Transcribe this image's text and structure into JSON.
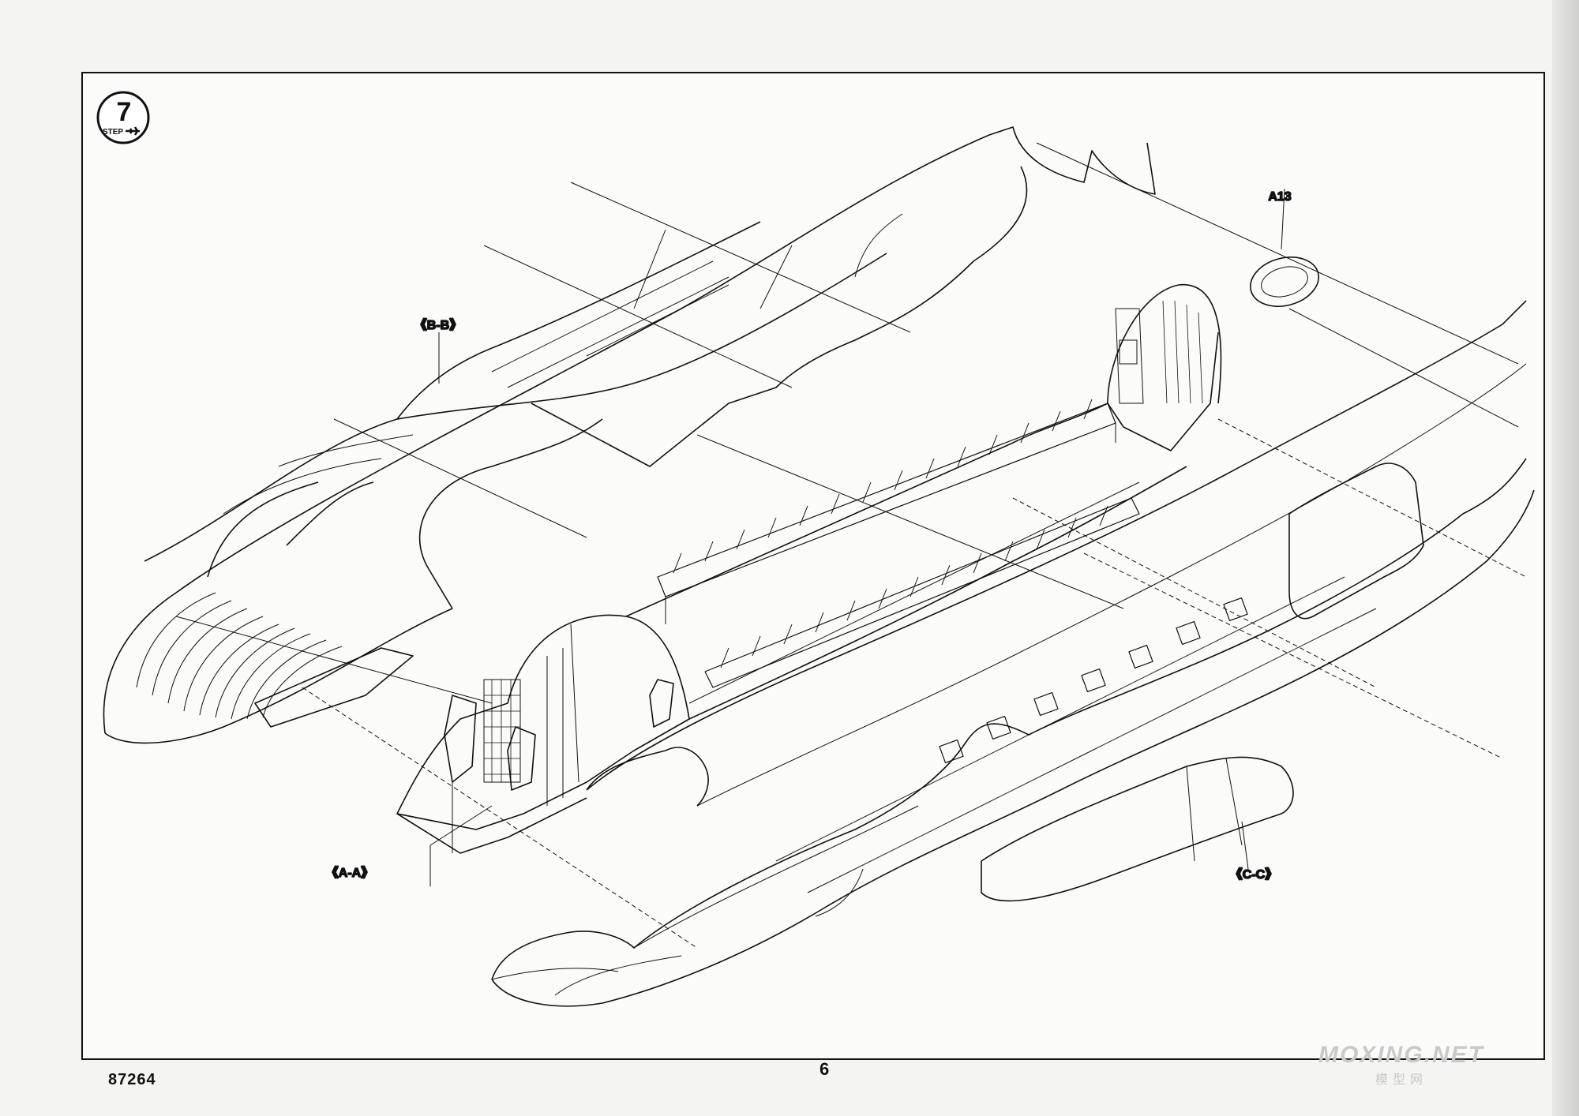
{
  "page": {
    "step_number": "7",
    "step_word": "STEP",
    "kit_number": "87264",
    "page_number": "6",
    "watermark": {
      "site": "MOXING.NET",
      "site_cn": "模型网"
    }
  },
  "callouts": {
    "part_a13": "A13",
    "section_bb": "《B-B》",
    "section_aa": "《A-A》",
    "section_cc": "《C-C》"
  },
  "colors": {
    "ink": "#111111",
    "paper": "#fbfbfa"
  },
  "icons": [
    "step-badge-icon",
    "aircraft-silhouette-icon"
  ]
}
